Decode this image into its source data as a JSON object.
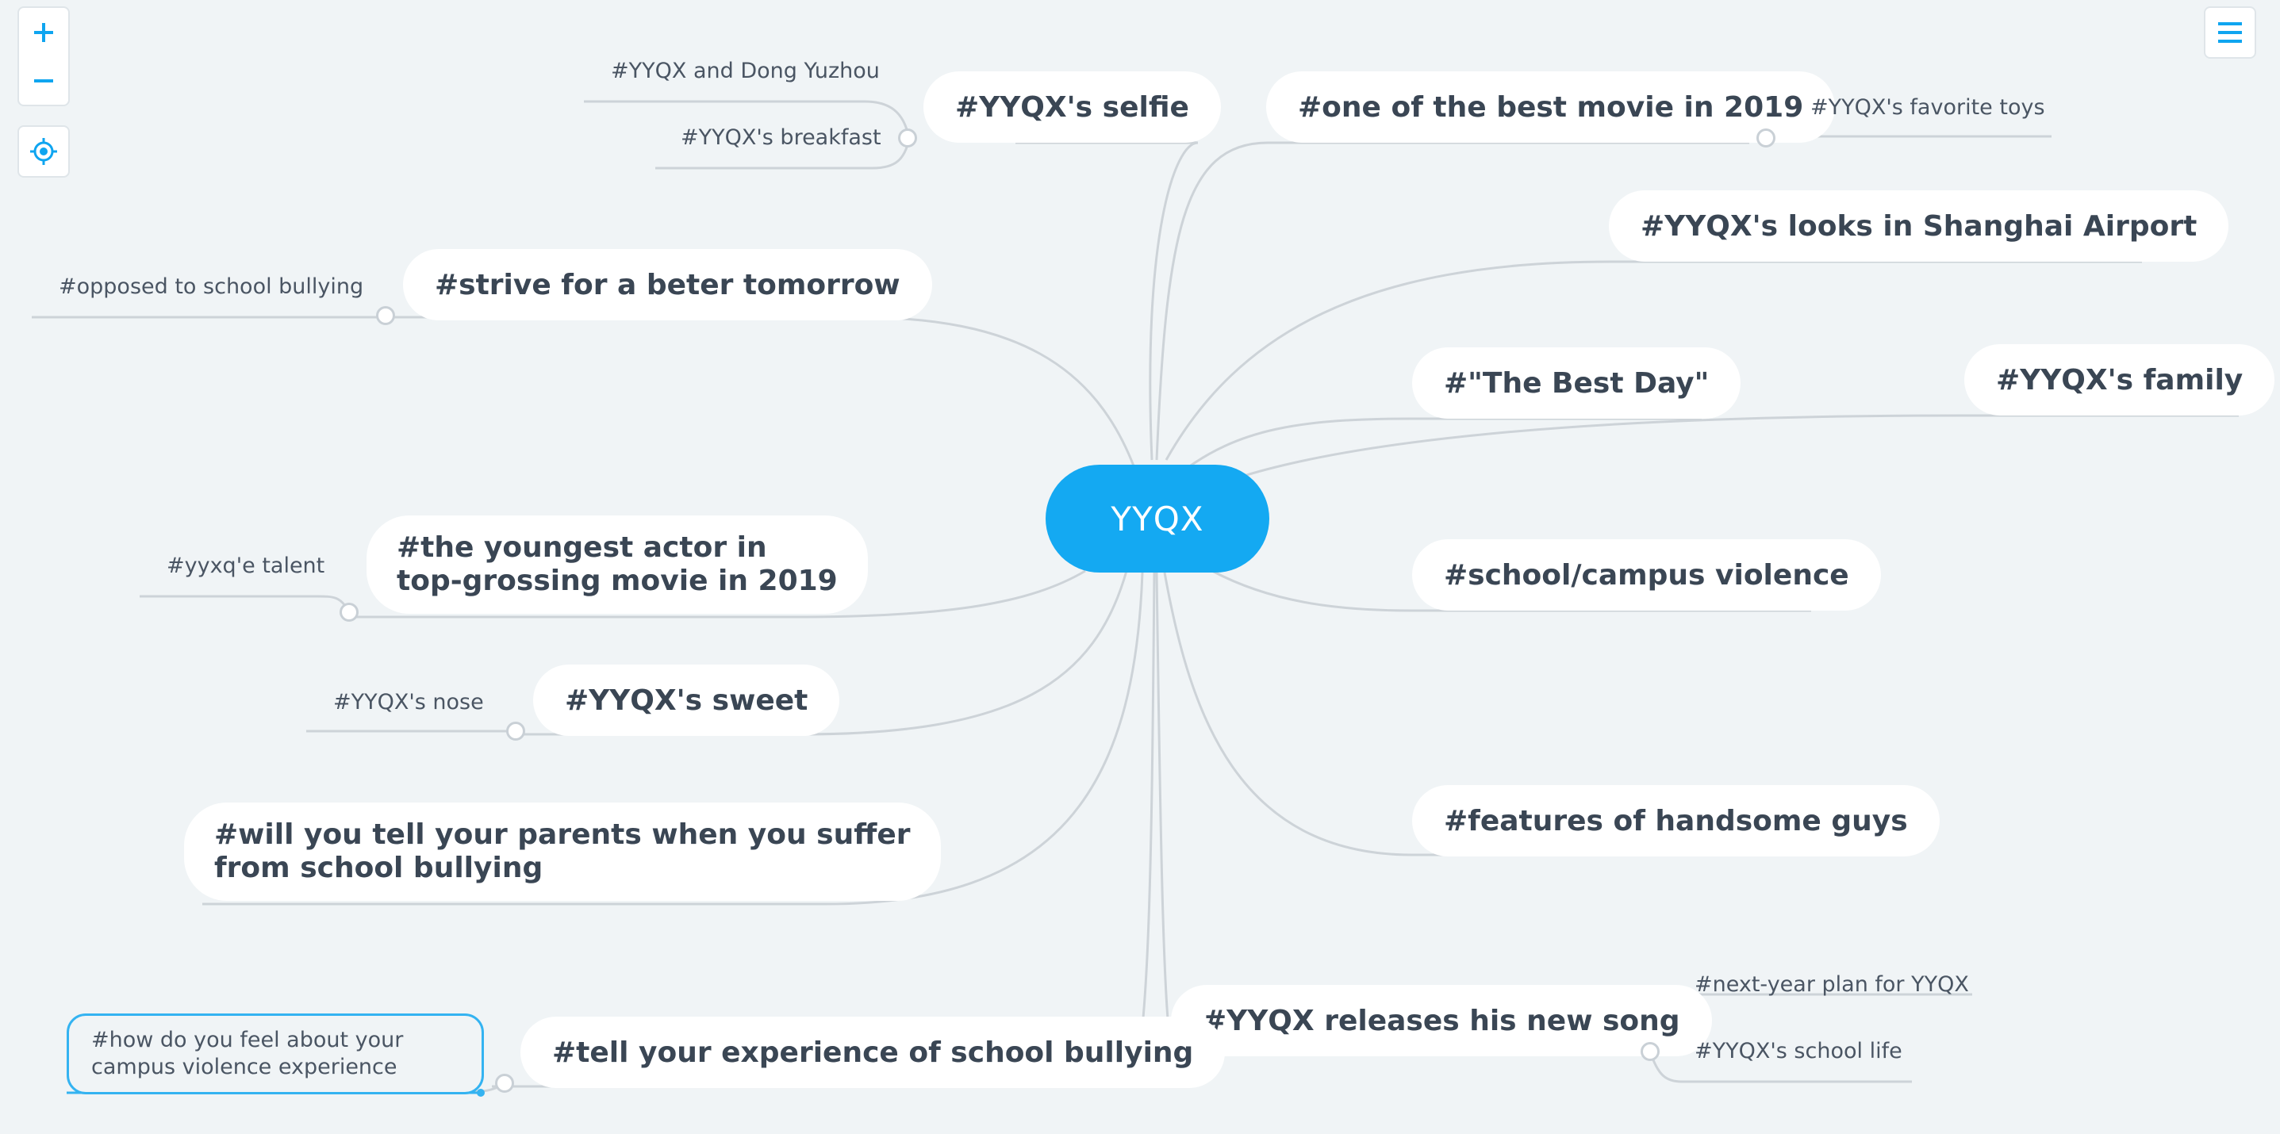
{
  "controls": {
    "zoom_in": "+",
    "zoom_out": "−"
  },
  "root": "YYQX",
  "topics": {
    "selfie": "#YYQX's selfie",
    "best_movie": "#one of the best movie in 2019",
    "airport": "#YYQX's looks in Shanghai Airport",
    "best_day": "#\"The Best Day\"",
    "family": "#YYQX's family",
    "violence": "#school/campus violence",
    "handsome": "#features of handsome guys",
    "new_song": "#YYQX releases his new song",
    "strive": "#strive for a beter tomorrow",
    "youngest_l1": "#the youngest actor in",
    "youngest_l2": "top-grossing movie in 2019",
    "sweet": "#YYQX's sweet",
    "tell_parents_l1": "#will you tell your parents when you suffer",
    "tell_parents_l2": "from school bullying",
    "tell_experience": "#tell your experience of school bullying"
  },
  "subtopics": {
    "dong_yuzhou": "#YYQX and Dong Yuzhou",
    "breakfast": "#YYQX's breakfast",
    "favorite_toys": "#YYQX's favorite toys",
    "opposed": "#opposed to school bullying",
    "talent": "#yyxq'e talent",
    "nose": "#YYQX's nose",
    "next_year": "#next-year plan for YYQX",
    "school_life": "#YYQX's school life",
    "how_feel": "#how do you feel about your campus violence experience"
  },
  "colors": {
    "accent": "#14a9f2",
    "branch": "#cdd3d8",
    "background": "#f0f4f6",
    "text": "#3a4654"
  }
}
